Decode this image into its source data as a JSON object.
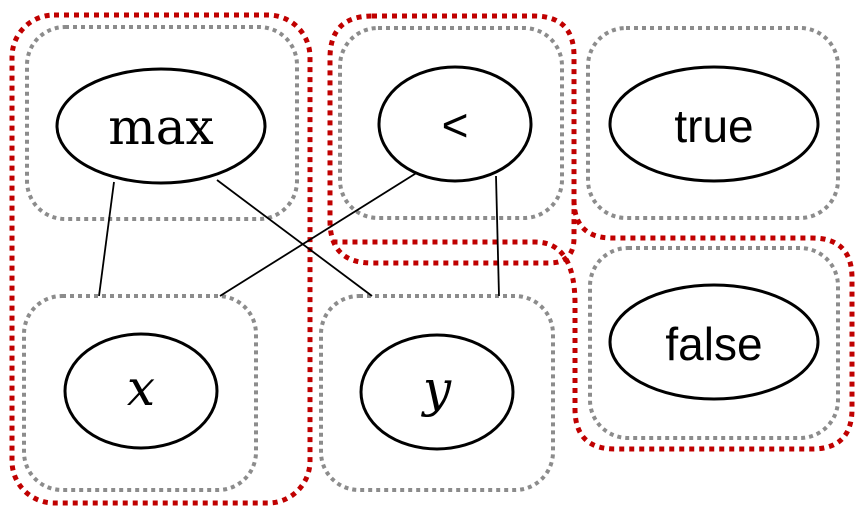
{
  "nodes": {
    "max": "max",
    "less_than": "<",
    "true": "true",
    "false": "false",
    "x": "x",
    "y": "y"
  },
  "colors": {
    "group_outline": "#c00000",
    "cell_outline": "#8c8c8c",
    "node_stroke": "#000000"
  }
}
